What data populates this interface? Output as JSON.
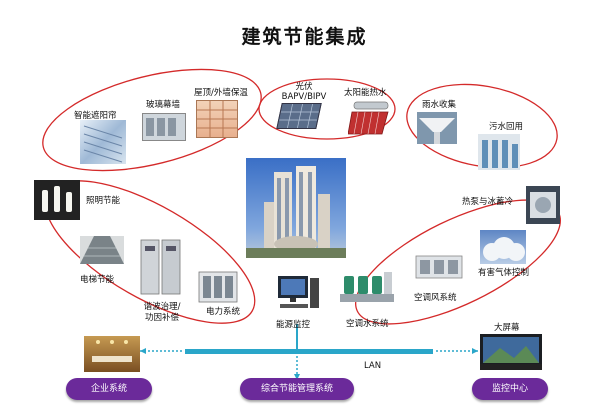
{
  "title": "建筑节能集成",
  "nodes": {
    "smart_shading": "智能遮阳帘",
    "glass_curtain": "玻璃幕墙",
    "roof_insulation": "屋顶/外墙保温",
    "pv_label_1": "光伏",
    "pv_label_2": "BAPV/BIPV",
    "solar_heat": "太阳能热水",
    "rain_collect": "雨水收集",
    "sewage_reuse": "污水回用",
    "lighting": "照明节能",
    "heatpump_ice": "热泵与冰蓄冷",
    "elevator": "电梯节能",
    "harmonic_1": "谐波治理/",
    "harmonic_2": "功因补偿",
    "power_system": "电力系统",
    "energy_monitor": "能源监控",
    "ac_water": "空调水系统",
    "ac_wind": "空调风系统",
    "harmful_gas": "有害气体控制",
    "big_screen": "大屏幕"
  },
  "bottom": {
    "enterprise": "企业系统",
    "integrated": "综合节能管理系统",
    "monitor_center": "监控中心",
    "lan": "LAN"
  },
  "colors": {
    "oval_border": "#d42a2a",
    "button_purple": "#6b2a9a",
    "lan_bar": "#2aa6c9"
  }
}
